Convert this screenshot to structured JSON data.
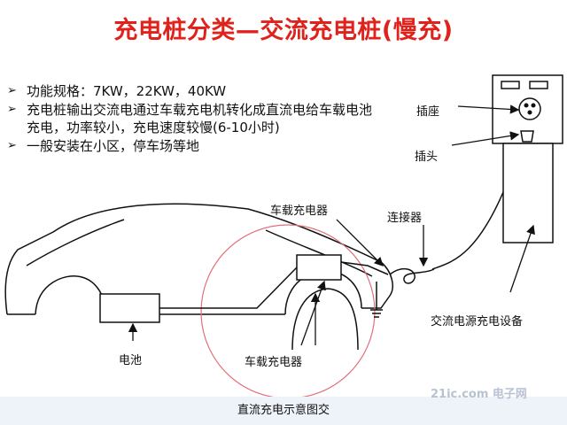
{
  "title": "充电桩分类—交流充电桩(慢充)",
  "bullets": [
    "功能规格：7KW，22KW，40KW",
    "充电桩输出交流电通过车载充电机转化成直流电给车载电池充电，功率较小，充电速度较慢(6-10小时)",
    "一般安装在小区，停车场等地"
  ],
  "bullet_marker": "➢",
  "labels": {
    "socket": "插座",
    "plug": "插头",
    "onboard_charger_top": "车载充电器",
    "connector": "连接器",
    "ac_equipment": "交流电源充电设备",
    "battery": "电池",
    "onboard_charger_bottom": "车载充电器"
  },
  "caption": "直流充电示意图交",
  "watermark": "21ic.com 电子网",
  "colors": {
    "title": "#e0221c",
    "highlight_circle": "#e36f7a",
    "line": "#111111"
  }
}
